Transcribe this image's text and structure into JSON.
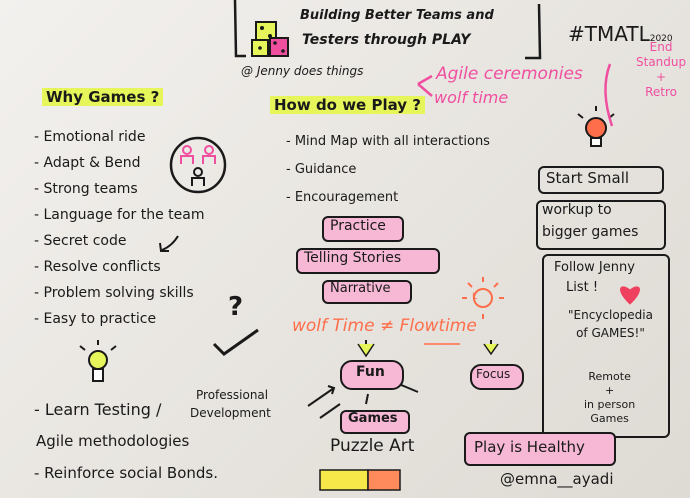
{
  "header": {
    "title_line1": "Building Better Teams and",
    "title_line2": "Testers through PLAY",
    "author": "@ Jenny does things",
    "hashtag": "#TMATL",
    "hashtag_year": "2020"
  },
  "agile_note": {
    "line1": "Agile ceremonies",
    "line2": "wolf time",
    "bracket": [
      "End",
      "Standup",
      "+",
      "Retro"
    ]
  },
  "why_games": {
    "heading": "Why Games ?",
    "items": [
      "- Emotional ride",
      "- Adapt & Bend",
      "- Strong teams",
      "- Language for the team",
      "- Secret code",
      "- Resolve conflicts",
      "- Problem solving skills",
      "- Easy to practice"
    ],
    "question_mark": "?",
    "bottom": {
      "learn": "- Learn Testing /",
      "professional": "Professional",
      "development": "Development",
      "agile": "Agile methodologies",
      "reinforce": "- Reinforce social Bonds."
    }
  },
  "how_play": {
    "heading": "How do we Play ?",
    "items": [
      "- Mind Map with all interactions",
      "- Guidance",
      "- Encouragement"
    ],
    "boxes": [
      "Practice",
      "Telling Stories",
      "Narrative"
    ],
    "wolf_flow": "wolf Time ≠ Flowtime",
    "clock_label": "L",
    "fun": "Fun",
    "focus": "Focus",
    "games": "Games",
    "puzzle_art": "Puzzle Art"
  },
  "right_column": {
    "start_small": "Start Small",
    "workup_line1": "workup to",
    "workup_line2": "bigger games",
    "follow": [
      "Follow Jenny",
      "List !"
    ],
    "encyclopedia": [
      "\"Encyclopedia",
      "of GAMES!\""
    ],
    "remote": [
      "Remote",
      "+",
      "in person",
      "Games"
    ]
  },
  "footer": {
    "healthy": "Play is Healthy",
    "handle": "@emna__ayadi"
  },
  "colors": {
    "pink": "#f04fa0",
    "yellow": "#e6f55a",
    "orange": "#ff6e4a",
    "ink": "#1a1a1a"
  }
}
